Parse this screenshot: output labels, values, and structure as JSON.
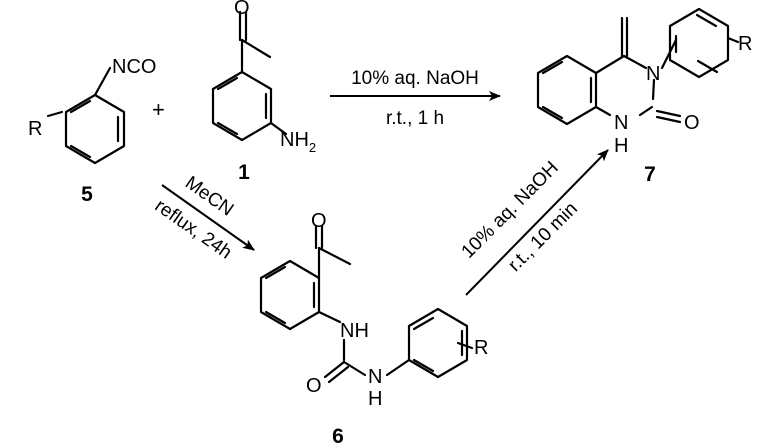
{
  "compounds": {
    "c5": {
      "number": "5",
      "substituent": "R",
      "group": "NCO"
    },
    "c1": {
      "number": "1",
      "amine": "NH",
      "amine_sub": "2"
    },
    "c6": {
      "number": "6",
      "nh_top": "NH",
      "nh_bottom": "N",
      "h_bottom": "H",
      "oxygen": "O",
      "substituent": "R"
    },
    "c7": {
      "number": "7",
      "ring_n": "N",
      "nh_n": "N",
      "h": "H",
      "oxygen": "O",
      "substituent": "R"
    },
    "acetyl_oxygen": "O"
  },
  "plus": "+",
  "arrows": {
    "direct": {
      "top": "10% aq. NaOH",
      "bottom": "r.t., 1 h"
    },
    "to_urea": {
      "top": "MeCN",
      "bottom": "reflux, 24h"
    },
    "cyclization": {
      "top": "10% aq. NaOH",
      "bottom": "r.t., 10 min"
    }
  }
}
